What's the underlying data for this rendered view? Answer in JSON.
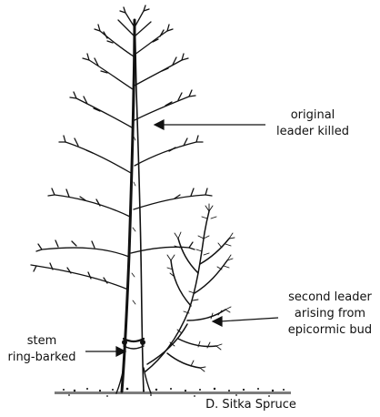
{
  "labels": {
    "original_leader": [
      "original",
      "leader killed"
    ],
    "second_leader": [
      "second leader",
      "arising from",
      "epicormic bud"
    ],
    "stem": [
      "stem",
      "ring-barked"
    ],
    "caption": "D. Sitka Spruce"
  },
  "colors": {
    "ink": "#111111",
    "background": "#ffffff"
  }
}
